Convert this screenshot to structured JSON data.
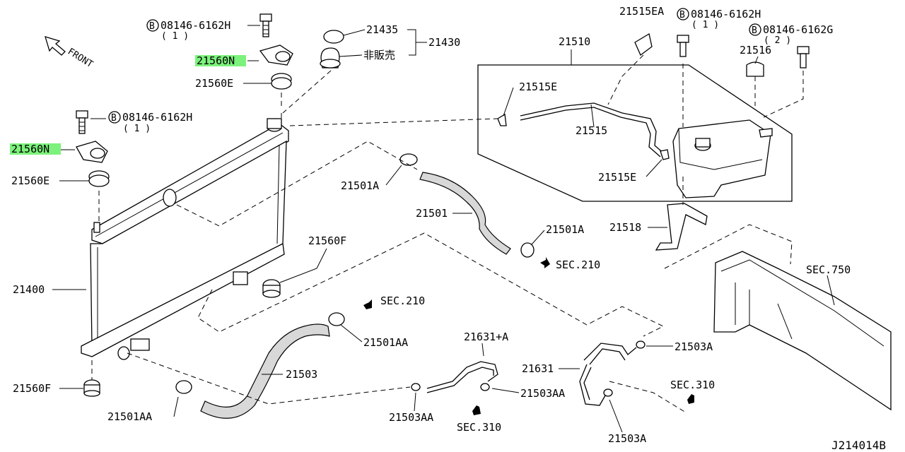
{
  "diagram_id": "J214014B",
  "front_label": "FRONT",
  "labels": {
    "bolt_a": "08146-6162H",
    "bolt_a_qty": "( 1 )",
    "bolt_b": "08146-6162H",
    "bolt_b_qty": "( 1 )",
    "bolt_c": "08146-6162H",
    "bolt_c_qty": "( 1 )",
    "bolt_d": "08146-6162G",
    "bolt_d_qty": "( 2 )",
    "bolt_prefix": "B",
    "p21560N_top": "21560N",
    "p21560N_left": "21560N",
    "p21560E_top": "21560E",
    "p21560E_left": "21560E",
    "p21435": "21435",
    "p21430": "21430",
    "not_sold": "非販売",
    "p21400": "21400",
    "p21560F_right": "21560F",
    "p21560F_left": "21560F",
    "p21501A_top": "21501A",
    "p21501": "21501",
    "p21501A_right": "21501A",
    "sec210_top": "SEC.210",
    "sec210_mid": "SEC.210",
    "p21501AA_mid": "21501AA",
    "p21503": "21503",
    "p21501AA_bot": "21501AA",
    "p21631A": "21631+A",
    "p21503AA_right": "21503AA",
    "p21503AA_bot": "21503AA",
    "sec310_bot": "SEC.310",
    "p21631": "21631",
    "p21503A_right": "21503A",
    "p21503A_bot": "21503A",
    "sec310_right": "SEC.310",
    "p21515EA": "21515EA",
    "p21510": "21510",
    "p21515E_top": "21515E",
    "p21515": "21515",
    "p21515E_bot": "21515E",
    "p21516": "21516",
    "p21518": "21518",
    "sec750": "SEC.750"
  },
  "highlight_color": "#7cf27c"
}
